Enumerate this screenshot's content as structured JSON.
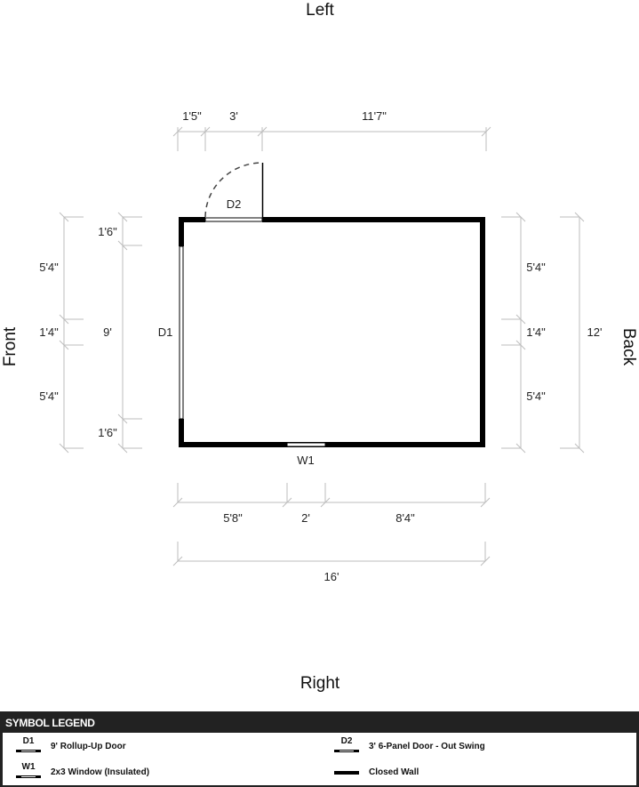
{
  "sides": {
    "top": "Left",
    "bottom": "Right",
    "left": "Front",
    "right": "Back"
  },
  "openings": {
    "d1": "D1",
    "d2": "D2",
    "w1": "W1"
  },
  "dimensions": {
    "top": [
      "1'5\"",
      "3'",
      "11'7\""
    ],
    "bottom_segments": [
      "5'8\"",
      "2'",
      "8'4\""
    ],
    "bottom_total": "16'",
    "left_outer": [
      "5'4\"",
      "1'4\"",
      "5'4\""
    ],
    "left_inner": [
      "1'6\"",
      "9'",
      "1'6\""
    ],
    "right_inner": [
      "5'4\"",
      "1'4\"",
      "5'4\""
    ],
    "right_total": "12'"
  },
  "legend": {
    "title": "SYMBOL LEGEND",
    "items": [
      {
        "code": "D1",
        "label": "9' Rollup-Up Door",
        "symbol": "open"
      },
      {
        "code": "D2",
        "label": "3' 6-Panel Door - Out Swing",
        "symbol": "open"
      },
      {
        "code": "W1",
        "label": "2x3 Window (Insulated)",
        "symbol": "open"
      },
      {
        "code": "",
        "label": "Closed Wall",
        "symbol": "closed"
      }
    ]
  },
  "colors": {
    "wall": "#000000",
    "dimension_line": "#bdbdbd",
    "legend_bg": "#222222"
  }
}
